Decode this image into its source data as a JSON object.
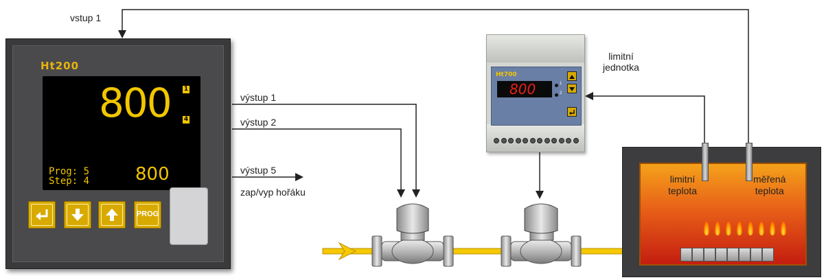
{
  "labels": {
    "input1": "vstup 1",
    "output1": "výstup 1",
    "output2": "výstup 2",
    "output5": "výstup 5",
    "burner_onoff": "zap/vyp hořáku",
    "limit_unit_line1": "limitní",
    "limit_unit_line2": "jednotka",
    "limit_temp_line1": "limitní",
    "limit_temp_line2": "teplota",
    "measured_temp_line1": "měřená",
    "measured_temp_line2": "teplota"
  },
  "ht200": {
    "brand": "Ht200",
    "main_value": "800",
    "indicator_top": "1",
    "indicator_bottom": "4",
    "prog_line": "Prog: 5",
    "step_line": "Step: 4",
    "secondary_value": "800",
    "prog_button": "PROG"
  },
  "ht700": {
    "brand": "Ht700",
    "display_value": "800",
    "led1": "1",
    "led2": "2"
  },
  "colors": {
    "display_yellow": "#f2c600",
    "button_yellow": "#d8aa00",
    "gas_pipe": "#f5c800",
    "led_red": "#e8201a"
  }
}
